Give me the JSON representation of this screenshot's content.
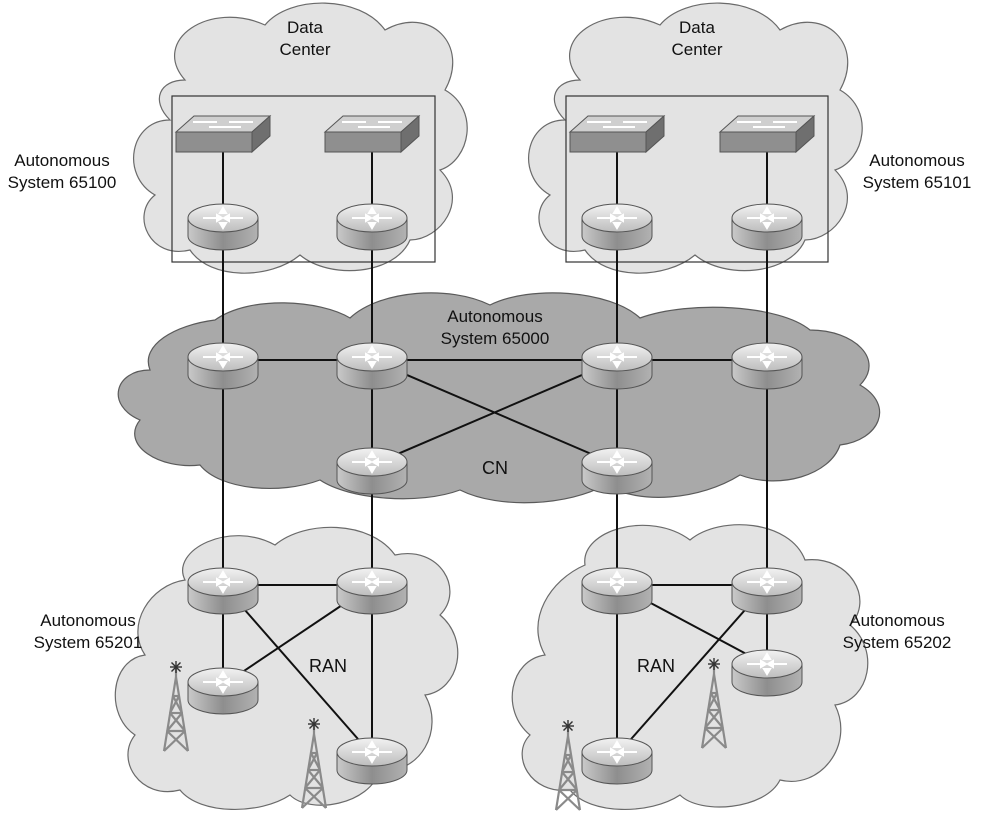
{
  "data_centers": [
    {
      "title_line1": "Data",
      "title_line2": "Center"
    },
    {
      "title_line1": "Data",
      "title_line2": "Center"
    }
  ],
  "as_labels": {
    "as65100": {
      "line1": "Autonomous",
      "line2": "System 65100"
    },
    "as65101": {
      "line1": "Autonomous",
      "line2": "System 65101"
    },
    "as65000": {
      "line1": "Autonomous",
      "line2": "System 65000"
    },
    "as65201": {
      "line1": "Autonomous",
      "line2": "System 65201"
    },
    "as65202": {
      "line1": "Autonomous",
      "line2": "System 65202"
    }
  },
  "core_label": "CN",
  "ran_left_label": "RAN",
  "ran_right_label": "RAN",
  "colors": {
    "light_cloud": "#e3e3e3",
    "dark_cloud": "#a9a9a9",
    "router_top": "#d8d8d8",
    "router_side": "#9c9c9c",
    "switch_top": "#bcbcbc",
    "switch_side": "#7c7c7c",
    "tower": "#8a8a8a",
    "link": "#111111"
  },
  "icons": {
    "router": "router-icon",
    "switch": "switch-icon",
    "tower": "cell-tower-icon"
  }
}
